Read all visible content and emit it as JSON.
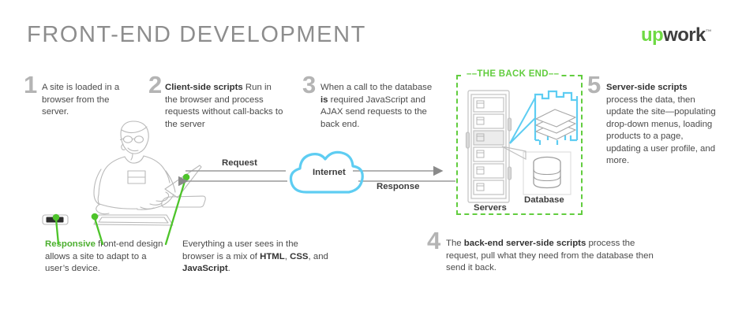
{
  "header": {
    "title": "FRONT-END DEVELOPMENT",
    "logo": {
      "part1": "up",
      "part2": "work",
      "tm": "™"
    }
  },
  "colors": {
    "green": "#62cd3f",
    "logo_green": "#6fda44",
    "cyan": "#5ecdf2",
    "number_gray": "#b4b4b4",
    "text_gray": "#4a4a4a",
    "title_gray": "#8d8d8d"
  },
  "steps": [
    {
      "number": "1",
      "lede": "",
      "body": "A site is loaded in a browser from the server."
    },
    {
      "number": "2",
      "lede": "Client-side scripts",
      "body": "Run in the browser and process requests without call-backs to the server"
    },
    {
      "number": "3",
      "lede": "",
      "body": "When a call to the database is required JavaScript and AJAX send requests to the back end.",
      "bold_words": [
        "is"
      ]
    },
    {
      "number": "4",
      "lede": "",
      "body": "The back-end server-side scripts process the request, pull what they need from the database then send it back.",
      "bold_words": [
        "back-end server-side scripts"
      ]
    },
    {
      "number": "5",
      "lede": "Server-side scripts",
      "body": "process the data, then update the site—populating drop-down menus, loading products to a page, updating a user profile, and more."
    }
  ],
  "captions": [
    {
      "keyword": "Responsive",
      "body": " front-end design allows a site to adapt to a user’s device."
    },
    {
      "body": "Everything a user sees in the browser is a mix of HTML, CSS, and JavaScript.",
      "bold_words": [
        "HTML",
        "CSS",
        "JavaScript"
      ]
    }
  ],
  "diagram": {
    "backend_label": "––THE BACK END––",
    "servers_label": "Servers",
    "database_label": "Database",
    "internet_label": "Internet",
    "request_label": "Request",
    "response_label": "Response"
  }
}
